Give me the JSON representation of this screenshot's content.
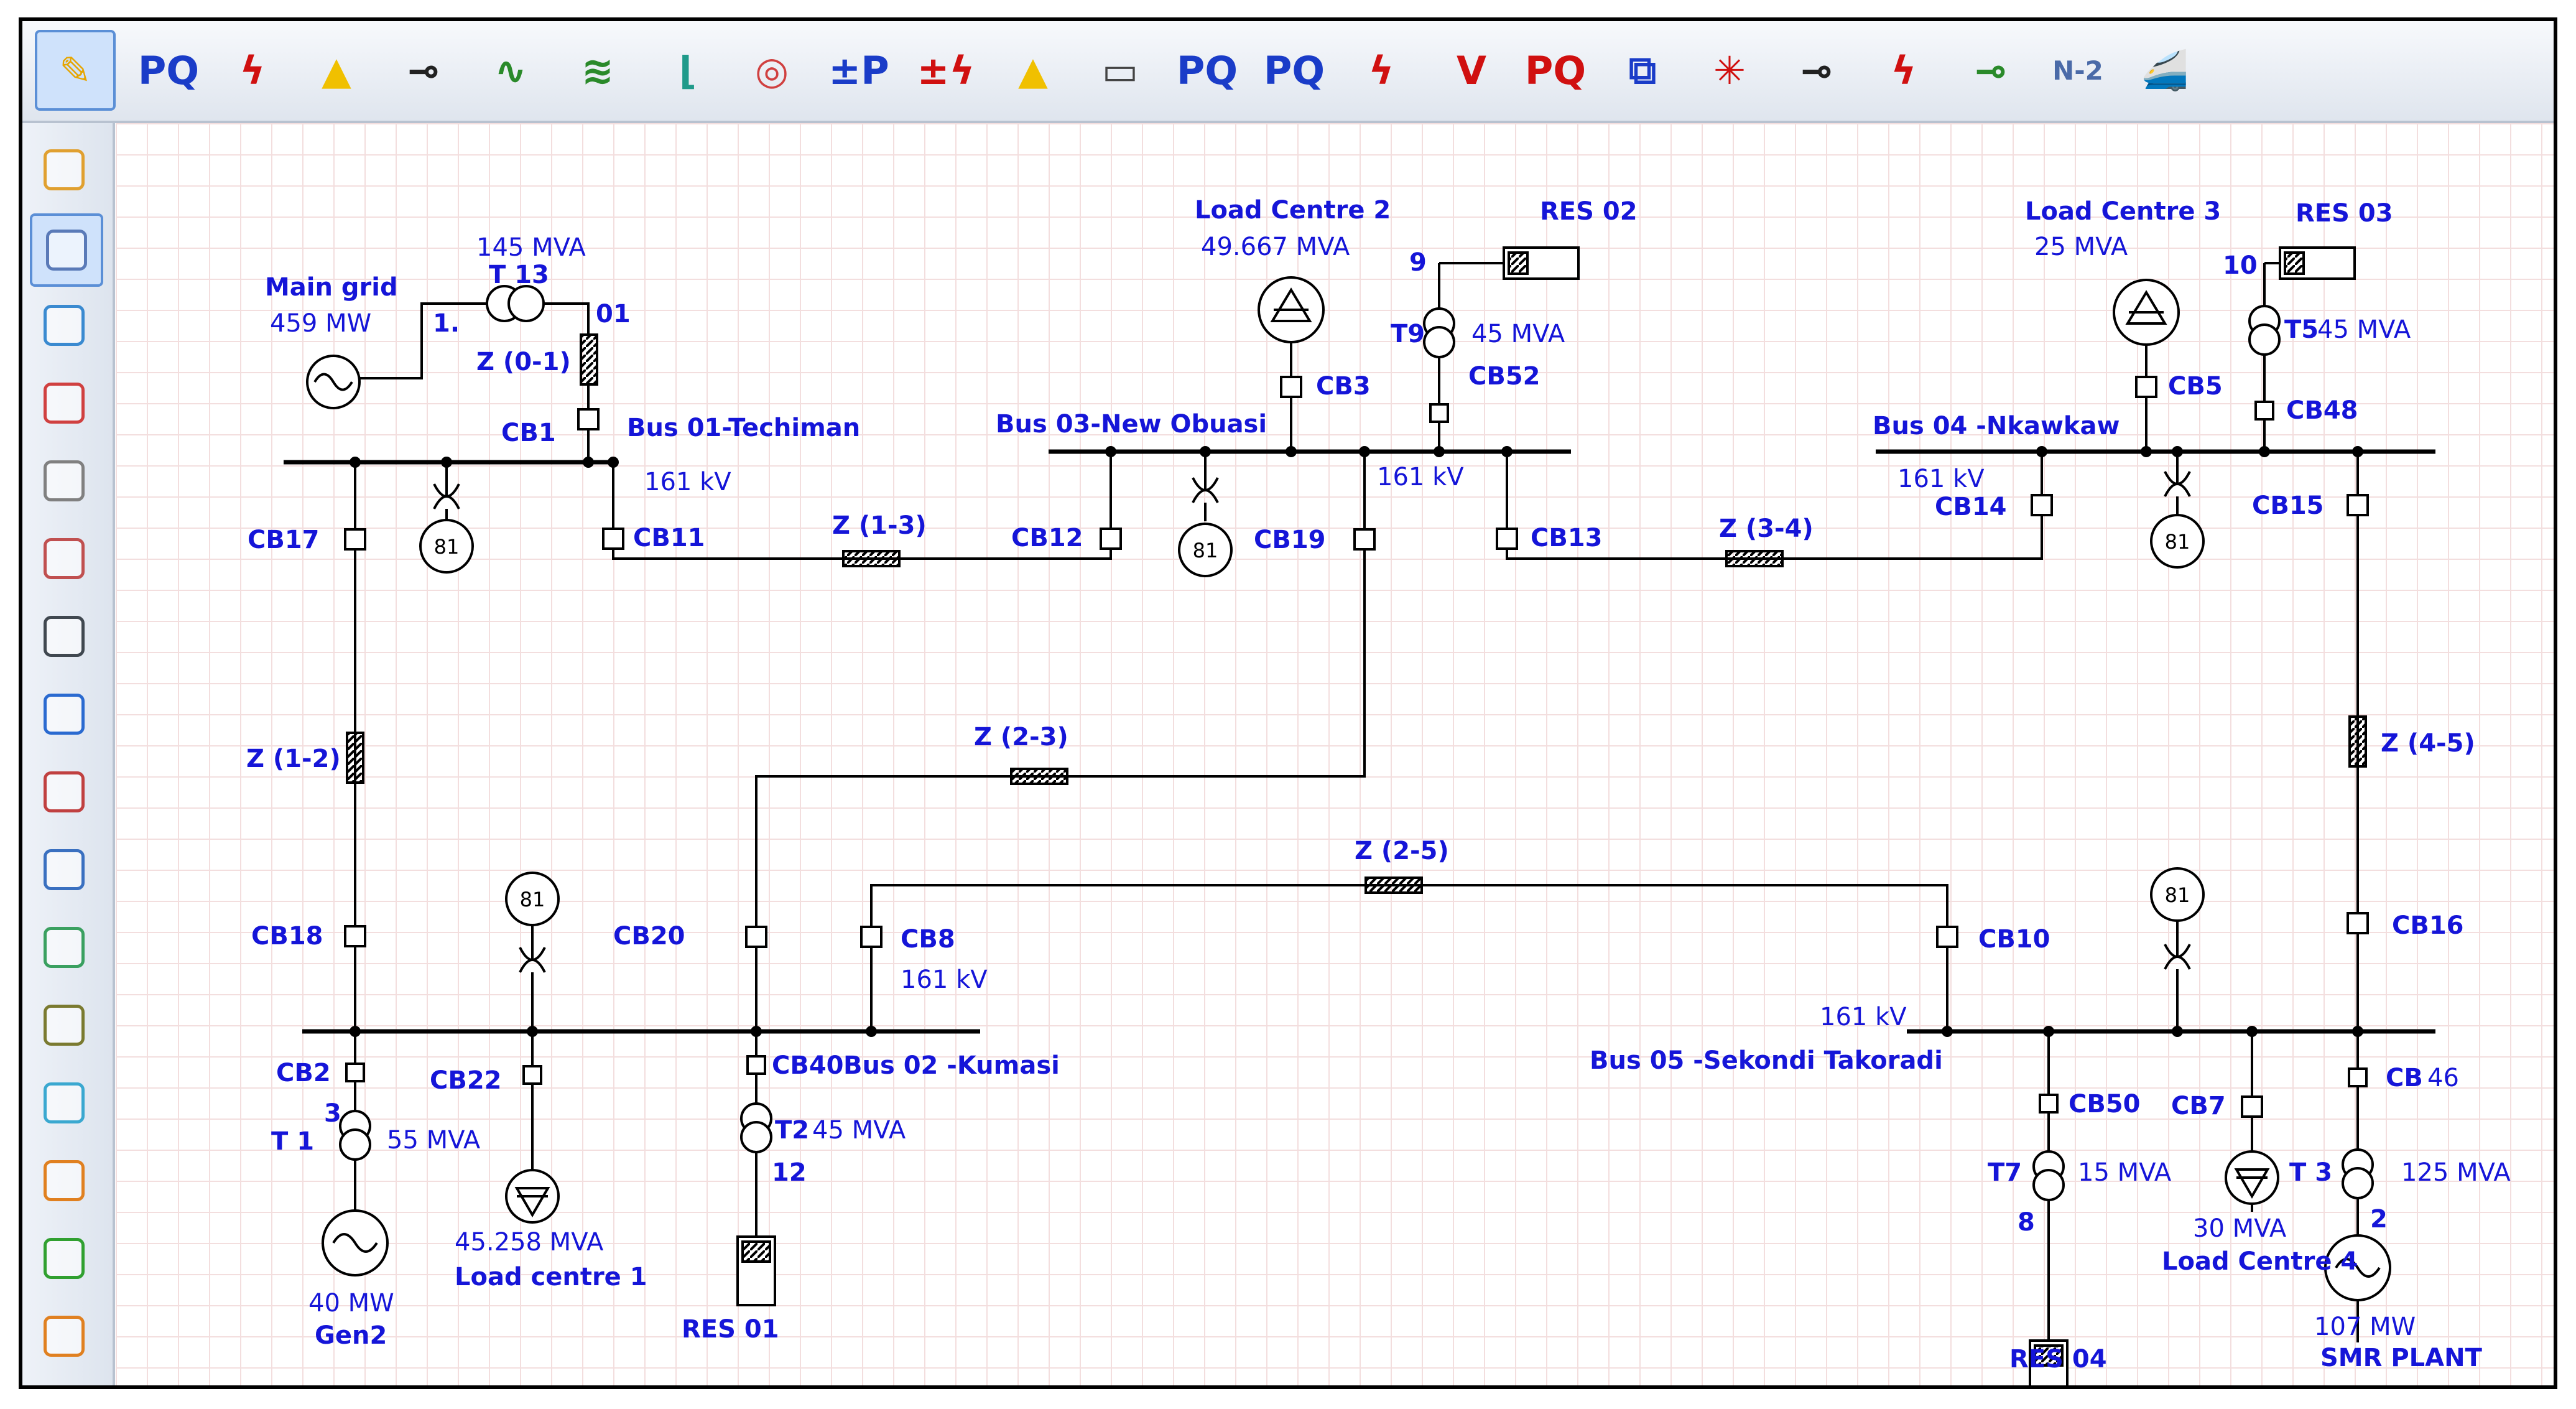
{
  "toolbar": {
    "items": [
      {
        "icon": "pencil-edit-icon",
        "glyph": "✎",
        "color": "#e6a500"
      },
      {
        "icon": "pq-load-flow-icon",
        "glyph": "PQ",
        "color": "#1a3cc8"
      },
      {
        "icon": "short-circuit-icon",
        "glyph": "ϟ",
        "color": "#d01010"
      },
      {
        "icon": "arc-flash-icon",
        "glyph": "▲",
        "color": "#f0c000"
      },
      {
        "icon": "protection-coordination-icon",
        "glyph": "⊸",
        "color": "#222222"
      },
      {
        "icon": "transient-stability-icon",
        "glyph": "∿",
        "color": "#2a8a2a"
      },
      {
        "icon": "harmonics-icon",
        "glyph": "≋",
        "color": "#2a8a2a"
      },
      {
        "icon": "motor-starting-icon",
        "glyph": "⌊",
        "color": "#1f9a8a"
      },
      {
        "icon": "relay-curves-icon",
        "glyph": "◎",
        "color": "#d04040"
      },
      {
        "icon": "dc-load-flow-icon",
        "glyph": "±P",
        "color": "#1a3cc8"
      },
      {
        "icon": "dc-short-circuit-icon",
        "glyph": "±ϟ",
        "color": "#d01010"
      },
      {
        "icon": "dc-arc-flash-icon",
        "glyph": "▲",
        "color": "#f0c000"
      },
      {
        "icon": "battery-sizing-icon",
        "glyph": "▭",
        "color": "#444444"
      },
      {
        "icon": "unbalanced-load-flow-icon",
        "glyph": "PQ",
        "color": "#1a3cc8"
      },
      {
        "icon": "optimal-power-flow-icon",
        "glyph": "PQ",
        "color": "#1a3cc8"
      },
      {
        "icon": "ground-grid-icon",
        "glyph": "ϟ",
        "color": "#d01010"
      },
      {
        "icon": "voltage-stability-icon",
        "glyph": "V",
        "color": "#d01010"
      },
      {
        "icon": "pq-capability-icon",
        "glyph": "PQ",
        "color": "#d01010"
      },
      {
        "icon": "reliability-icon",
        "glyph": "⧉",
        "color": "#1a3cc8"
      },
      {
        "icon": "switching-sequence-icon",
        "glyph": "✳",
        "color": "#d01010"
      },
      {
        "icon": "contingency-icon",
        "glyph": "⊸",
        "color": "#222222"
      },
      {
        "icon": "dynamic-parameter-icon",
        "glyph": "ϟ",
        "color": "#d01010"
      },
      {
        "icon": "switch-sequence-icon",
        "glyph": "⊸",
        "color": "#2a8a2a"
      },
      {
        "label": "N-2",
        "icon": "n-2-contingency-icon",
        "glyph": "",
        "color": "#4a6aa8"
      },
      {
        "icon": "train-traction-icon",
        "glyph": "🚄",
        "color": "#3a6ab0"
      }
    ]
  },
  "sidebar": {
    "items": [
      {
        "icon": "project-tree-icon"
      },
      {
        "icon": "one-line-diagram-icon"
      },
      {
        "icon": "dc-diagram-icon"
      },
      {
        "icon": "star-protection-icon"
      },
      {
        "icon": "control-panel-icon"
      },
      {
        "icon": "cable-pulling-icon"
      },
      {
        "icon": "underground-raceway-icon"
      },
      {
        "icon": "dashboard-gauge-icon"
      },
      {
        "icon": "control-circuit-icon"
      },
      {
        "icon": "logic-diagram-icon"
      },
      {
        "icon": "gis-map-icon"
      },
      {
        "icon": "transfer-function-icon"
      },
      {
        "icon": "recycle-bin-icon"
      },
      {
        "icon": "hierarchy-red-icon"
      },
      {
        "icon": "hierarchy-green-icon"
      },
      {
        "icon": "hierarchy-orange-icon"
      }
    ]
  },
  "diagram": {
    "colors": {
      "line": "#000000",
      "label": "#1515d8"
    },
    "labels": {
      "main_grid": "Main grid",
      "main_grid_mw": "459 MW",
      "grid_node": "1.",
      "t13": "T 13",
      "t13_mva": "145 MVA",
      "node01": "01",
      "z01": "Z (0-1)",
      "cb1": "CB1",
      "bus01": "Bus 01-Techiman",
      "bus01_kv": "161 kV",
      "cb17": "CB17",
      "cb11": "CB11",
      "z13": "Z (1-3)",
      "cb12": "CB12",
      "load_centre2": "Load Centre 2",
      "load_centre2_mva": "49.667 MVA",
      "cb3": "CB3",
      "res02": "RES 02",
      "node9": "9",
      "t9": "T9",
      "t9_mva": "45 MVA",
      "cb52": "CB52",
      "bus03": "Bus 03-New Obuasi",
      "bus03_kv": "161 kV",
      "cb19": "CB19",
      "cb13": "CB13",
      "z34": "Z (3-4)",
      "load_centre3": "Load Centre 3",
      "load_centre3_mva": "25 MVA",
      "cb5": "CB5",
      "res03": "RES 03",
      "node10": "10",
      "t5": "T5",
      "t5_mva": "45 MVA",
      "cb48": "CB48",
      "bus04": "Bus 04 -Nkawkaw",
      "bus04_kv": "161 kV",
      "cb14": "CB14",
      "cb15": "CB15",
      "z12": "Z (1-2)",
      "z23": "Z (2-3)",
      "z45": "Z (4-5)",
      "z25": "Z (2-5)",
      "cb18": "CB18",
      "cb20": "CB20",
      "cb8": "CB8",
      "bus02_kv": "161 kV",
      "cb10": "CB10",
      "cb16": "CB16",
      "bus05_kv": "161 kV",
      "cb2": "CB2",
      "node3": "3",
      "t1": "T 1",
      "t1_mva": "55 MVA",
      "gen2_mw": "40 MW",
      "gen2": "Gen2",
      "cb22": "CB22",
      "load_centre1_mva": "45.258 MVA",
      "load_centre1": "Load centre 1",
      "cb40": "CB40",
      "bus02": "Bus 02 -Kumasi",
      "t2": "T2",
      "t2_mva": "45 MVA",
      "node12": "12",
      "res01": "RES 01",
      "bus05": "Bus 05 -Sekondi Takoradi",
      "cb50": "CB50",
      "t7": "T7",
      "t7_mva": "15 MVA",
      "node8": "8",
      "res04": "RES 04",
      "cb7": "CB7",
      "load_centre4_mva": "30 MVA",
      "load_centre4": "Load Centre 4",
      "cb46_cb": "CB",
      "cb46_num": "46",
      "t3": "T 3",
      "t3_mva": "125 MVA",
      "node2": "2",
      "smr_mw": "107 MW",
      "smr_plant": "SMR PLANT",
      "relay81": "81"
    }
  }
}
